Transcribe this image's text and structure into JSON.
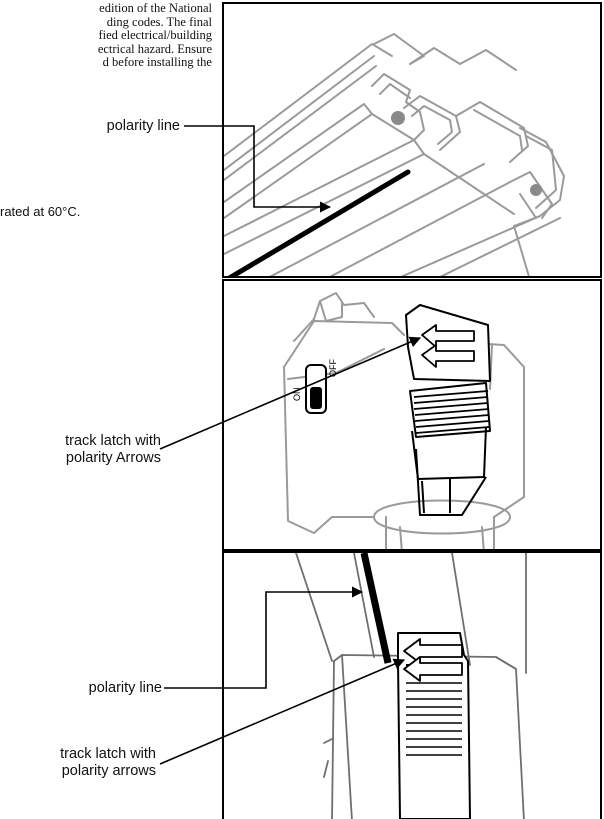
{
  "intro_text": {
    "lines": [
      "edition of the National",
      "ding codes. The final",
      "fied electrical/building",
      "ectrical hazard. Ensure",
      "d before installing the"
    ]
  },
  "rated_text": "rated at 60°C.",
  "figure1": {
    "label": "polarity line"
  },
  "figure2": {
    "label_line1": "track latch with",
    "label_line2": "polarity Arrows",
    "switch_on": "ON",
    "switch_off": "OFF"
  },
  "figure3": {
    "label_polarity": "polarity line",
    "label_latch_line1": "track latch with",
    "label_latch_line2": "polarity arrows"
  },
  "colors": {
    "ink": "#000000",
    "drawing": "#9a9a9a",
    "dot": "#8a8a8a"
  }
}
